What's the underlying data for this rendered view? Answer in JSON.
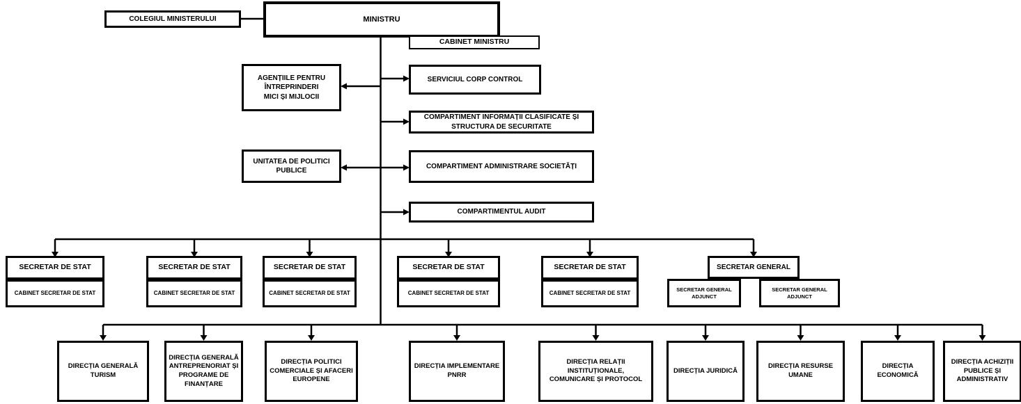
{
  "org": {
    "colegiul_ministerului": "COLEGIUL MINISTERULUI",
    "ministru": "MINISTRU",
    "cabinet_ministru": "CABINET MINISTRU",
    "agentiile_imm": [
      "AGENȚIILE PENTRU",
      "ÎNTREPRINDERI",
      "MICI ȘI MIJLOCII"
    ],
    "unitatea_politici_publice": [
      "UNITATEA DE POLITICI",
      "PUBLICE"
    ],
    "serviciul_corp_control": "SERVICIUL CORP CONTROL",
    "compartiment_informatii": [
      "COMPARTIMENT INFORMAȚII CLASIFICATE ȘI",
      "STRUCTURA DE SECURITATE"
    ],
    "compartiment_administrare_societati": "COMPARTIMENT ADMINISTRARE SOCIETĂȚI",
    "compartimentul_audit": "COMPARTIMENTUL AUDIT",
    "secretar_de_stat": "SECRETAR DE STAT",
    "cabinet_secretar_de_stat": "CABINET SECRETAR DE STAT",
    "secretar_general": "SECRETAR GENERAL",
    "secretar_general_adjunct": [
      "SECRETAR GENERAL",
      "ADJUNCT"
    ],
    "directii": [
      {
        "label": [
          "DIRECȚIA GENERALĂ",
          "TURISM"
        ]
      },
      {
        "label": [
          "DIRECȚIA GENERALĂ",
          "ANTREPRENORIAT ȘI",
          "PROGRAME DE",
          "FINANȚARE"
        ]
      },
      {
        "label": [
          "DIRECȚIA POLITICI",
          "COMERCIALE ȘI AFACERI",
          "EUROPENE"
        ]
      },
      {
        "label": [
          "DIRECȚIA IMPLEMENTARE",
          "PNRR"
        ]
      },
      {
        "label": [
          "DIRECȚIA RELAȚII",
          "INSTITUȚIONALE,",
          "COMUNICARE ȘI PROTOCOL"
        ]
      },
      {
        "label": "DIRECȚIA JURIDICĂ"
      },
      {
        "label": [
          "DIRECȚIA RESURSE",
          "UMANE"
        ]
      },
      {
        "label": [
          "DIRECȚIA",
          "ECONOMICĂ"
        ]
      },
      {
        "label": [
          "DIRECȚIA ACHIZIȚII",
          "PUBLICE ȘI",
          "ADMINISTRATIV"
        ]
      }
    ],
    "colors": {
      "line": "#000000",
      "background": "#ffffff"
    }
  }
}
